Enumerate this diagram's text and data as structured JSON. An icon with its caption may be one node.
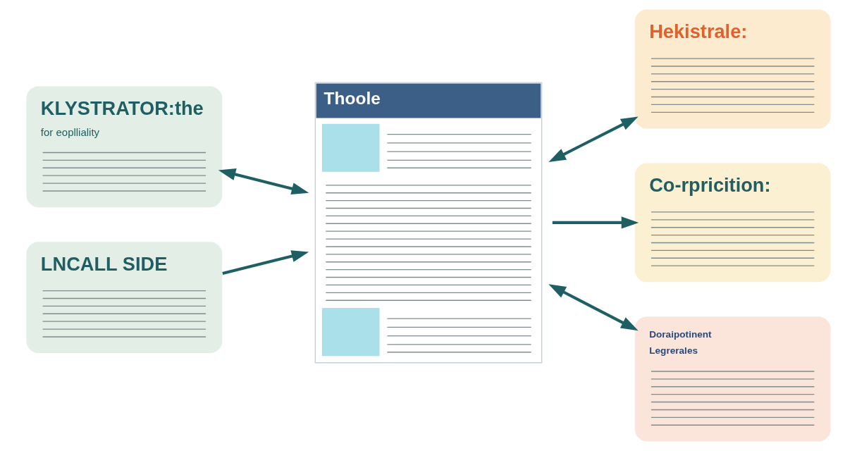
{
  "diagram": {
    "nodes": [
      {
        "text": [
          "KLYSTRATOR:the",
          "for eoplliality"
        ]
      },
      {
        "text": [
          "LNCALL SIDE"
        ]
      },
      {
        "text": [
          "Thoole"
        ]
      },
      {
        "text": [
          "Hekistrale:"
        ]
      },
      {
        "text": [
          "Co-rpricition:"
        ]
      },
      {
        "text": [
          "Doraipotinent",
          "Legrerales"
        ]
      }
    ],
    "edges": [
      {
        "from": 0,
        "to": 2,
        "arrow": "both"
      },
      {
        "from": 1,
        "to": 2,
        "arrow": "to"
      },
      {
        "from": 2,
        "to": 3,
        "arrow": "both"
      },
      {
        "from": 2,
        "to": 4,
        "arrow": "to"
      },
      {
        "from": 2,
        "to": 5,
        "arrow": "both"
      }
    ]
  }
}
